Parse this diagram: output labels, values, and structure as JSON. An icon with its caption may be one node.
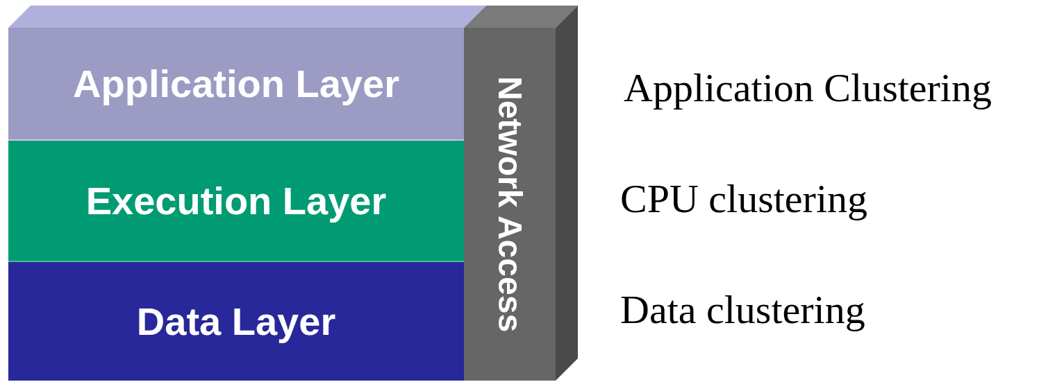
{
  "diagram": {
    "nodes": [
      {
        "text": [
          "Application Layer"
        ]
      },
      {
        "text": [
          "Execution Layer"
        ]
      },
      {
        "text": [
          "Data Layer"
        ]
      },
      {
        "text": [
          "Network Access"
        ]
      }
    ],
    "labels": [
      "Application Clustering",
      "CPU clustering",
      "Data clustering"
    ]
  }
}
